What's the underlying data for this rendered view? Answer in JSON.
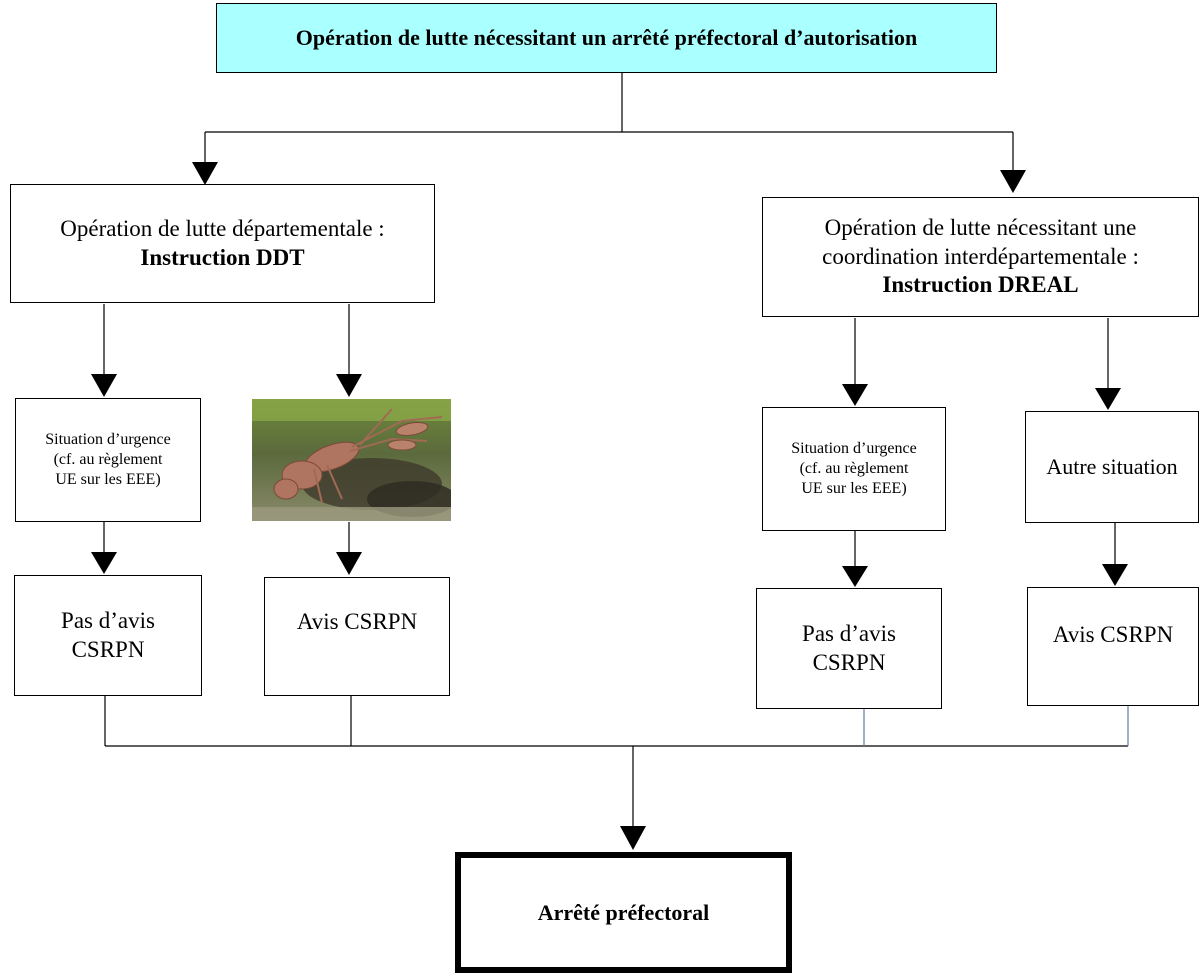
{
  "boxes": {
    "top": "Opération de lutte nécessitant un arrêté préfectoral d’autorisation",
    "ddt": {
      "line1": "Opération de lutte départementale :",
      "line2": "Instruction DDT"
    },
    "dreal": {
      "line1": "Opération de lutte nécessitant une",
      "line2": "coordination interdépartementale :",
      "line3": "Instruction DREAL"
    },
    "urgence_left": {
      "line1": "Situation d’urgence",
      "line2": "(cf. au règlement",
      "line3": "UE sur les EEE)"
    },
    "urgence_right": {
      "line1": "Situation d’urgence",
      "line2": "(cf. au règlement",
      "line3": "UE sur les EEE)"
    },
    "autre": "Autre situation",
    "pas_avis_left": {
      "line1": "Pas d’avis",
      "line2": "CSRPN"
    },
    "avis_left": "Avis CSRPN",
    "pas_avis_right": {
      "line1": "Pas d’avis",
      "line2": "CSRPN"
    },
    "avis_right": "Avis CSRPN",
    "final": "Arrêté préfectoral"
  },
  "image": {
    "subject": "crayfish-photo"
  },
  "colors": {
    "top_box_fill": "#aaffff",
    "lines": "#000000",
    "thin_blue_lines": "#5b7fa6"
  }
}
